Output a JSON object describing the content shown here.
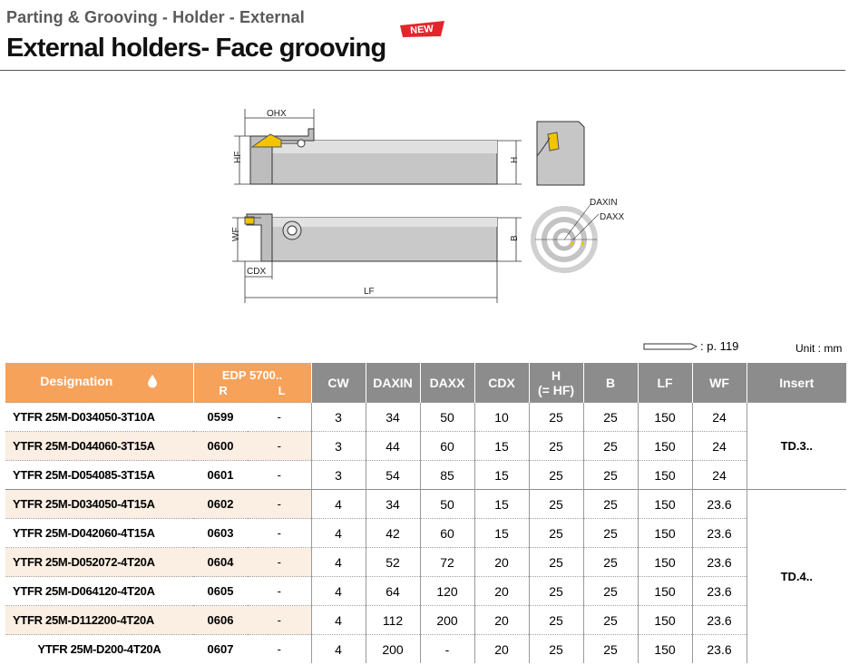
{
  "header": {
    "subtitle": "Parting & Grooving - Holder - External",
    "title": "External holders- Face grooving",
    "badge": "NEW"
  },
  "drawing": {
    "labels": {
      "ohx": "OHX",
      "hf": "HF",
      "h": "H",
      "wf": "WF",
      "b": "B",
      "cdx": "CDX",
      "lf": "LF",
      "daxin": "DAXIN",
      "daxx": "DAXX"
    }
  },
  "reference": {
    "page": ": p. 119",
    "unit": "Unit : mm"
  },
  "table": {
    "headers": {
      "designation": "Designation",
      "edp": "EDP 5700..",
      "r": "R",
      "l": "L",
      "cw": "CW",
      "daxin": "DAXIN",
      "daxx": "DAXX",
      "cdx": "CDX",
      "h": "H",
      "h2": "(= HF)",
      "b": "B",
      "lf": "LF",
      "wf": "WF",
      "insert": "Insert"
    },
    "rows": [
      {
        "designation": "YTFR 25M-D034050-3T10A",
        "r": "0599",
        "l": "-",
        "cw": "3",
        "daxin": "34",
        "daxx": "50",
        "cdx": "10",
        "h": "25",
        "b": "25",
        "lf": "150",
        "wf": "24"
      },
      {
        "designation": "YTFR 25M-D044060-3T15A",
        "r": "0600",
        "l": "-",
        "cw": "3",
        "daxin": "44",
        "daxx": "60",
        "cdx": "15",
        "h": "25",
        "b": "25",
        "lf": "150",
        "wf": "24"
      },
      {
        "designation": "YTFR 25M-D054085-3T15A",
        "r": "0601",
        "l": "-",
        "cw": "3",
        "daxin": "54",
        "daxx": "85",
        "cdx": "15",
        "h": "25",
        "b": "25",
        "lf": "150",
        "wf": "24"
      },
      {
        "designation": "YTFR 25M-D034050-4T15A",
        "r": "0602",
        "l": "-",
        "cw": "4",
        "daxin": "34",
        "daxx": "50",
        "cdx": "15",
        "h": "25",
        "b": "25",
        "lf": "150",
        "wf": "23.6"
      },
      {
        "designation": "YTFR 25M-D042060-4T15A",
        "r": "0603",
        "l": "-",
        "cw": "4",
        "daxin": "42",
        "daxx": "60",
        "cdx": "15",
        "h": "25",
        "b": "25",
        "lf": "150",
        "wf": "23.6"
      },
      {
        "designation": "YTFR 25M-D052072-4T20A",
        "r": "0604",
        "l": "-",
        "cw": "4",
        "daxin": "52",
        "daxx": "72",
        "cdx": "20",
        "h": "25",
        "b": "25",
        "lf": "150",
        "wf": "23.6"
      },
      {
        "designation": "YTFR 25M-D064120-4T20A",
        "r": "0605",
        "l": "-",
        "cw": "4",
        "daxin": "64",
        "daxx": "120",
        "cdx": "20",
        "h": "25",
        "b": "25",
        "lf": "150",
        "wf": "23.6"
      },
      {
        "designation": "YTFR 25M-D112200-4T20A",
        "r": "0606",
        "l": "-",
        "cw": "4",
        "daxin": "112",
        "daxx": "200",
        "cdx": "20",
        "h": "25",
        "b": "25",
        "lf": "150",
        "wf": "23.6"
      },
      {
        "designation": "YTFR 25M-D200-4T20A",
        "r": "0607",
        "l": "-",
        "cw": "4",
        "daxin": "200",
        "daxx": "-",
        "cdx": "20",
        "h": "25",
        "b": "25",
        "lf": "150",
        "wf": "23.6"
      }
    ],
    "inserts": [
      "TD.3..",
      "TD.4.."
    ]
  },
  "colors": {
    "orange": "#f7a25b",
    "grey_header": "#8c8c8c",
    "badge_red": "#e3262c",
    "insert_yellow": "#f2c300"
  }
}
